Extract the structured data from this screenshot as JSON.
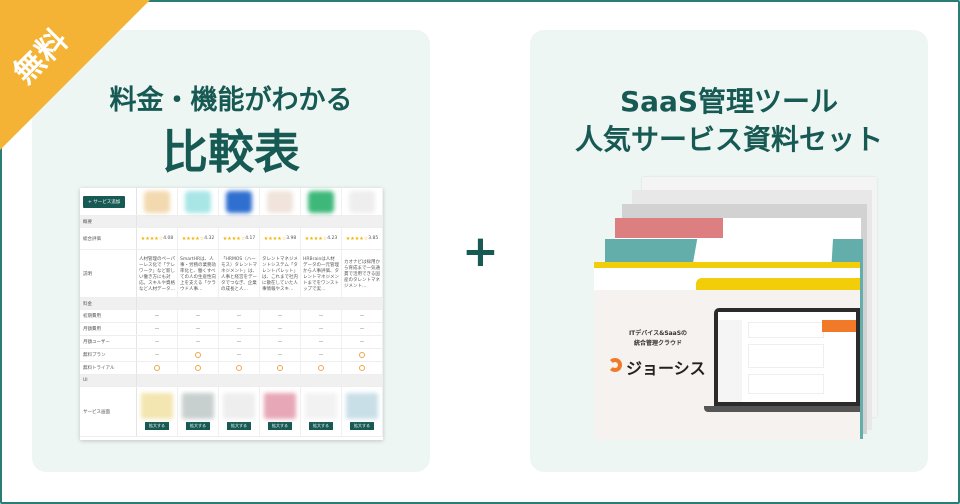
{
  "badge": "無料",
  "left": {
    "title_line1": "料金・機能がわかる",
    "title_line2": "比較表"
  },
  "plus": "+",
  "right": {
    "title_line1": "SaaS管理ツール",
    "title_line2": "人気サービス資料セット"
  },
  "table": {
    "add_button": "+ サービス追加",
    "sections": {
      "overview": "概要",
      "pricing": "料金",
      "ui": "UI"
    },
    "row_labels": {
      "rating": "総合評価",
      "description": "説明",
      "initial_fee": "初期費用",
      "monthly_fee": "月額費用",
      "monthly_user": "月額ユーザー",
      "free_plan": "無料プラン",
      "free_trial": "無料トライアル",
      "screens": "サービス画面"
    },
    "ratings": [
      "4.08",
      "4.32",
      "4.17",
      "3.98",
      "4.23",
      "3.85"
    ],
    "descriptions": [
      "人材管理のペーパーレス化で「テレワーク」など新しい働き方にも対応。スキルや資格など人材データ…",
      "SmartHRは、人事・労務の業務効率化と、働くすべての人の生産性向上を支える「クラウド人事…",
      "「HRMOS（ハーモス）タレントマネジメント」は、人事と経営をデータでつなぎ、企業の成長と人…",
      "タレントマネジメントシステム「タレントパレット」は、これまで社内に散在していた人事情報やスキ…",
      "HRBrainは人材データの一元管理から人事評価、タレントマネジメントまでをワンストップで実…",
      "カオナビは採用から育成まで一気通貫で活用できる国産のタレントマネジメント…"
    ],
    "free_plan": [
      "—",
      "○",
      "—",
      "—",
      "—",
      "○"
    ],
    "free_trial": [
      "○",
      "○",
      "○",
      "○",
      "○",
      "○"
    ],
    "dash": "—",
    "zoom_button": "拡大する",
    "logo_colors": [
      "#f3d9b0",
      "#a8e6e6",
      "#2f6fd0",
      "#f0e4dc",
      "#3db87a",
      "#eeeeee"
    ]
  },
  "doc": {
    "tagline1": "ITデバイス&SaaSの",
    "tagline2": "統合管理クラウド",
    "brand": "ジョーシス"
  },
  "colors": {
    "accent": "#175a53",
    "badge": "#f5b335",
    "panel": "#eef6f4",
    "teal": "#63aeaa",
    "pink": "#dd7f80",
    "yellow": "#f2cd0a"
  }
}
